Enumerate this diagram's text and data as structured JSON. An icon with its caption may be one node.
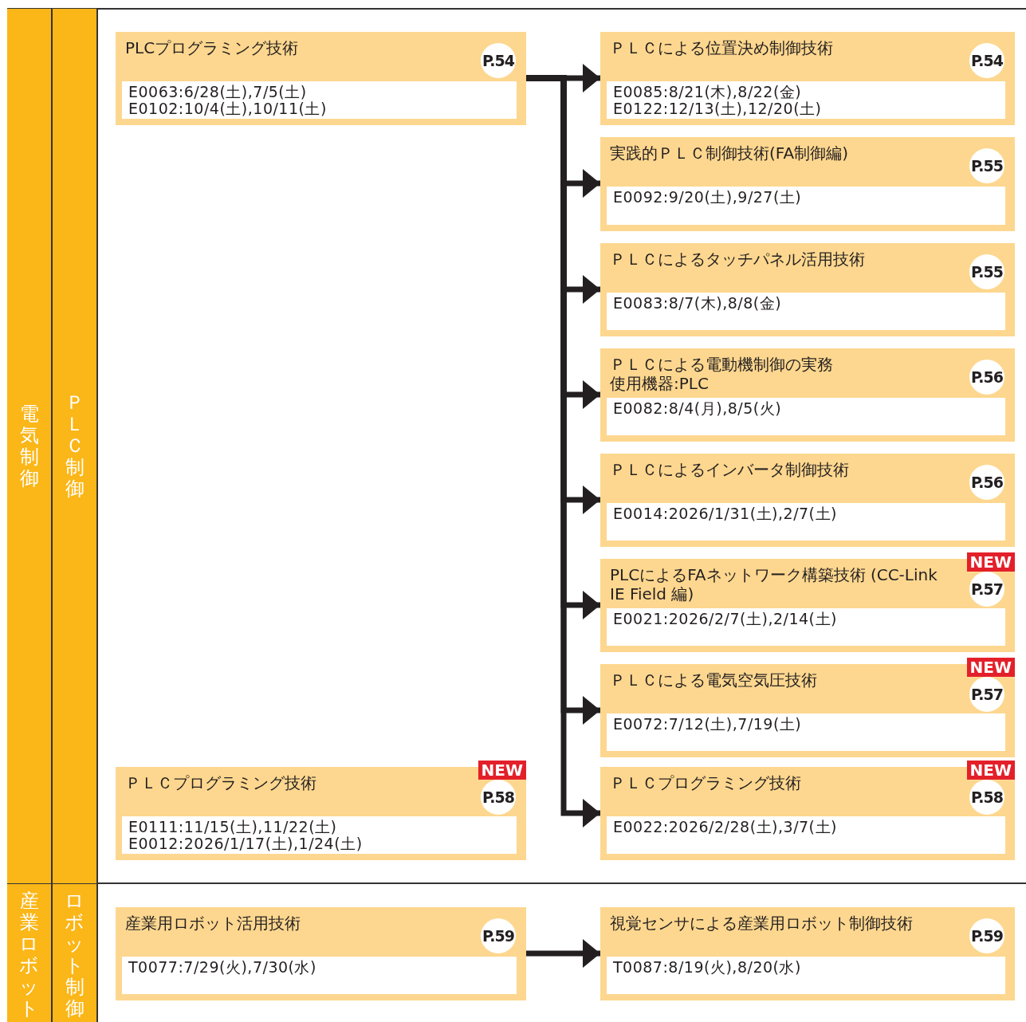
{
  "diagram": {
    "nodes": [
      {
        "text": [
          "電気制御"
        ]
      },
      {
        "text": [
          "ＰＬＣ制御"
        ]
      },
      {
        "text": [
          "PLCプログラミング技術",
          "P.54",
          "E0063:6/28(土),7/5(土) E0102:10/4(土),10/11(土)"
        ]
      },
      {
        "text": [
          "ＰＬＣによる位置決め制御技術",
          "P.54",
          "E0085:8/21(木),8/22(金) E0122:12/13(土),12/20(土)"
        ]
      },
      {
        "text": [
          "実践的ＰＬＣ制御技術(FA制御編)",
          "P.55",
          "E0092:9/20(土),9/27(土)"
        ]
      },
      {
        "text": [
          "ＰＬＣによるタッチパネル活用技術",
          "P.55",
          "E0083:8/7(木),8/8(金)"
        ]
      },
      {
        "text": [
          "ＰＬＣによる電動機制御の実務",
          "使用機器:PLC",
          "P.56",
          "E0082:8/4(月),8/5(火)"
        ]
      },
      {
        "text": [
          "ＰＬＣによるインバータ制御技術",
          "P.56",
          "E0014:2026/1/31(土),2/7(土)"
        ]
      },
      {
        "text": [
          "PLCによるFAネットワーク構築技術 (CC-Link IE Field 編)",
          "NEW",
          "P.57",
          "E0021:2026/2/7(土),2/14(土)"
        ]
      },
      {
        "text": [
          "ＰＬＣによる電気空気圧技術",
          "NEW",
          "P.57",
          "E0072:7/12(土),7/19(土)"
        ]
      },
      {
        "text": [
          "ＰＬＣプログラミング技術",
          "NEW",
          "P.58",
          "E0111:11/15(土),11/22(土) E0012:2026/1/17(土),1/24(土)"
        ]
      },
      {
        "text": [
          "ＰＬＣプログラミング技術",
          "NEW",
          "P.58",
          "E0022:2026/2/28(土),3/7(土)"
        ]
      },
      {
        "text": [
          "産業ロボット"
        ]
      },
      {
        "text": [
          "ロボット制御"
        ]
      },
      {
        "text": [
          "産業用ロボット活用技術",
          "P.59",
          "T0077:7/29(火),7/30(水)"
        ]
      },
      {
        "text": [
          "視覚センサによる産業用ロボット制御技術",
          "P.59",
          "T0087:8/19(火),8/20(水)"
        ]
      }
    ],
    "edges": [
      {
        "from": 2,
        "to": 3,
        "arrow": "to"
      },
      {
        "from": 2,
        "to": 4,
        "arrow": "to"
      },
      {
        "from": 2,
        "to": 5,
        "arrow": "to"
      },
      {
        "from": 2,
        "to": 6,
        "arrow": "to"
      },
      {
        "from": 2,
        "to": 7,
        "arrow": "to"
      },
      {
        "from": 2,
        "to": 8,
        "arrow": "to"
      },
      {
        "from": 2,
        "to": 9,
        "arrow": "to"
      },
      {
        "from": 2,
        "to": 11,
        "arrow": "to"
      },
      {
        "from": 14,
        "to": 15,
        "arrow": "to"
      }
    ]
  }
}
